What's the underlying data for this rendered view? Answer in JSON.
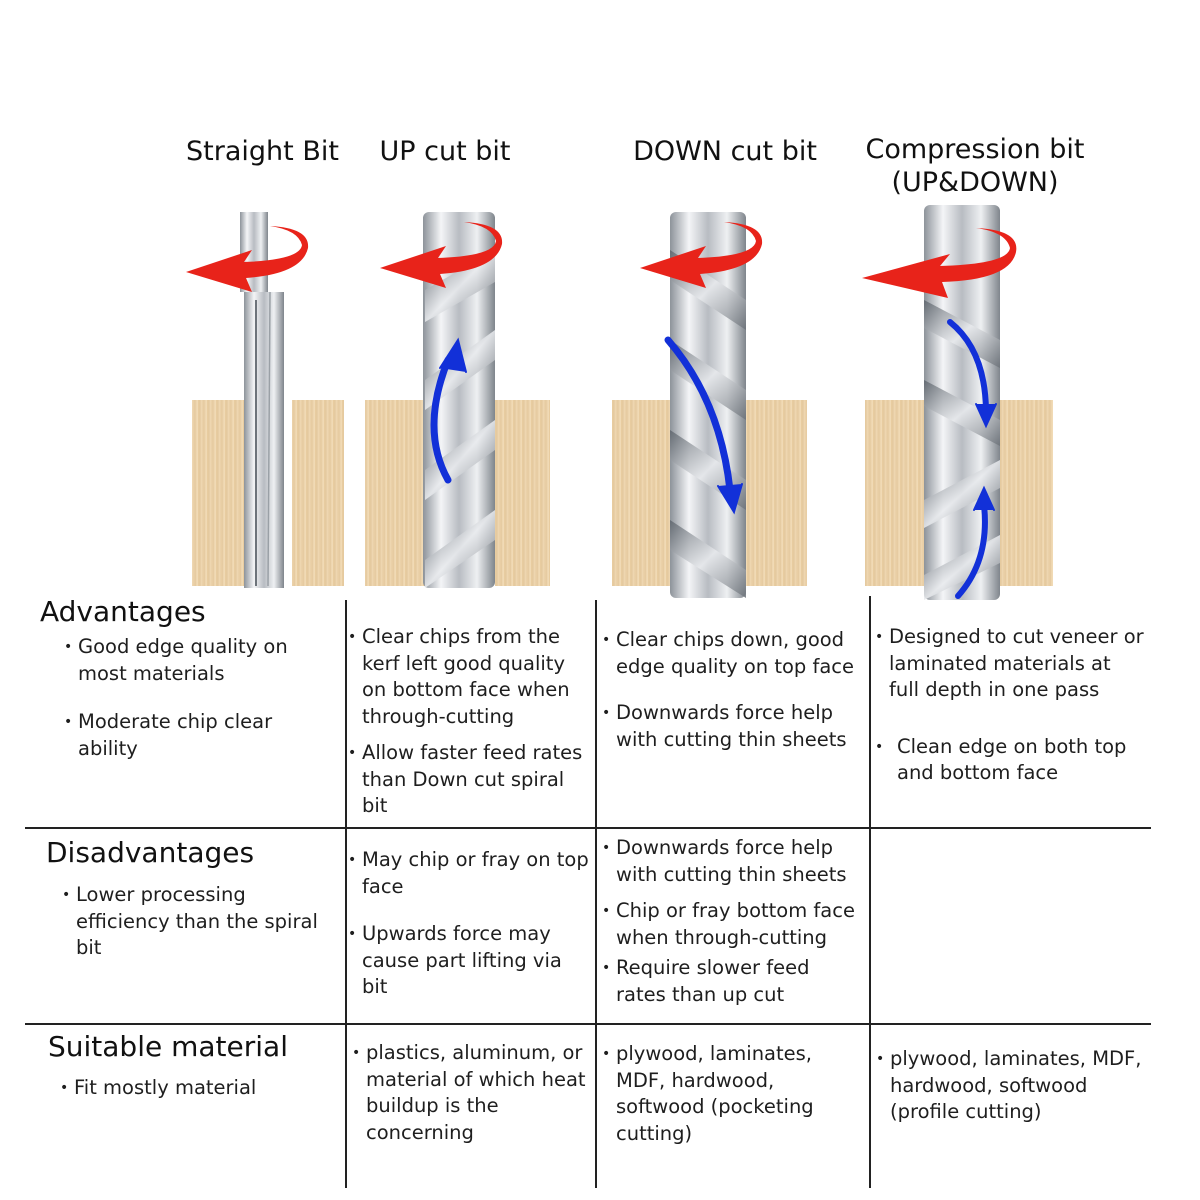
{
  "bits": {
    "straight": "Straight Bit",
    "up": "UP cut bit",
    "down": "DOWN cut bit",
    "compression_line1": "Compression bit",
    "compression_line2": "(UP&DOWN)"
  },
  "advantages": {
    "title": "Advantages",
    "straight": [
      "Good edge quality  on most materials",
      "Moderate chip clear ability"
    ],
    "up": [
      "Clear chips from the kerf left good quality on bottom face when through-cutting",
      "Allow faster feed rates than Down cut spiral bit"
    ],
    "down": [
      "Clear chips down, good edge quality on top face",
      "Downwards force help with cutting thin sheets"
    ],
    "compression": [
      "Designed to cut veneer or laminated materials at full depth in one pass",
      "Clean edge on both top and bottom face"
    ]
  },
  "disadvantages": {
    "title": "Disadvantages",
    "straight": [
      "Lower processing efficiency than the spiral bit"
    ],
    "up": [
      "May chip or fray on top face",
      "Upwards force may cause part lifting via bit"
    ],
    "down": [
      "Downwards force help with cutting thin sheets",
      "Chip or fray bottom face when through-cutting",
      "Require slower feed rates than up cut"
    ],
    "compression": []
  },
  "suitable": {
    "title": "Suitable material",
    "straight": [
      "Fit mostly material"
    ],
    "up": [
      "plastics, aluminum, or material of which heat buildup is the concerning"
    ],
    "down": [
      "plywood, laminates, MDF, hardwood, softwood (pocketing cutting)"
    ],
    "compression": [
      "plywood, laminates, MDF, hardwood, softwood (profile cutting)"
    ]
  },
  "colors": {
    "rotation_arrow": "#e8231a",
    "chip_arrow": "#1230d8",
    "wood": "#ecd3ab",
    "steel": "#c9ccd1"
  },
  "icons": [
    "rotation-arrow-icon",
    "chip-flow-arrow-icon"
  ]
}
